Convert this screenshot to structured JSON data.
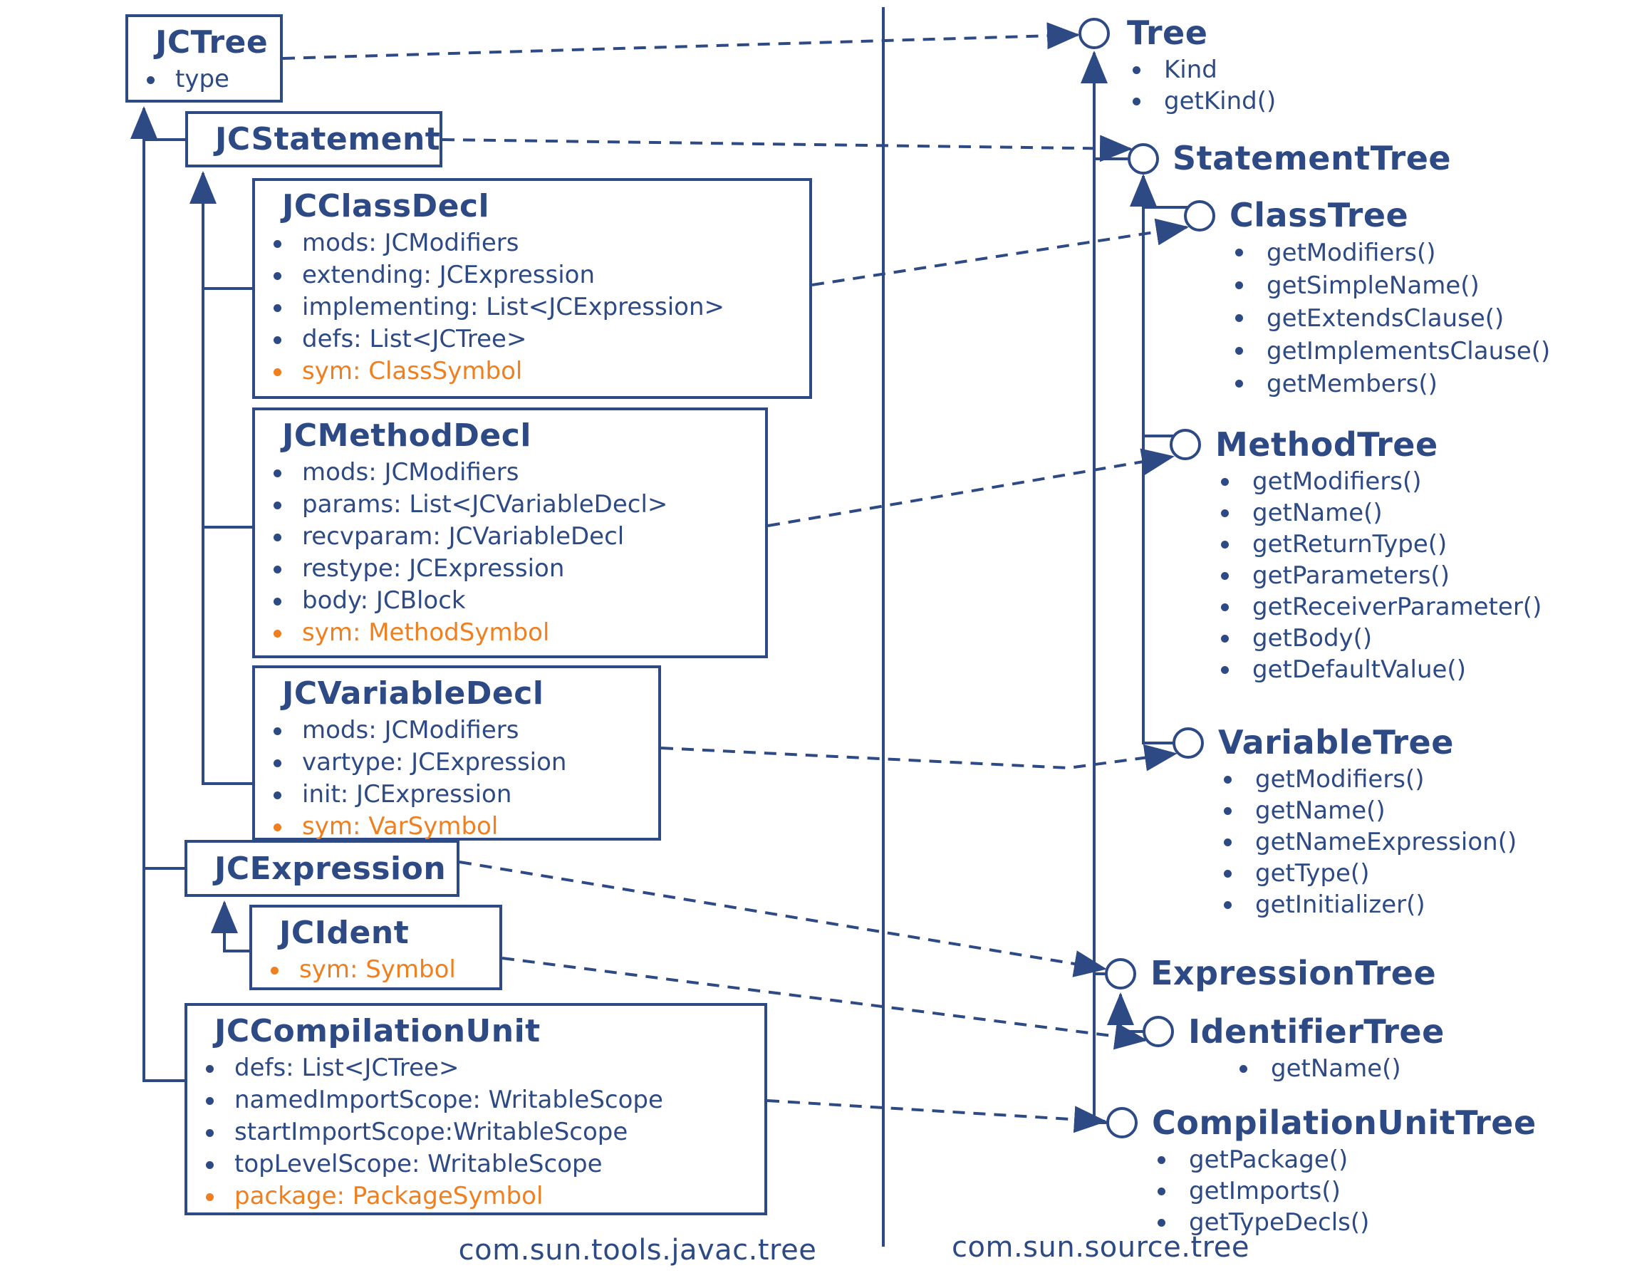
{
  "diagram": {
    "title": "javac AST classes mapped to com.sun.source.tree interfaces",
    "colors": {
      "primary": "#2e4a85",
      "highlight": "#ef7f1f",
      "background": "#ffffff"
    },
    "left": {
      "package_label": "com.sun.tools.javac.tree",
      "classes": [
        {
          "name": "JCTree",
          "fields": [
            {
              "text": "type",
              "highlight": false
            }
          ]
        },
        {
          "name": "JCStatement",
          "fields": []
        },
        {
          "name": "JCClassDecl",
          "fields": [
            {
              "text": "mods: JCModifiers",
              "highlight": false
            },
            {
              "text": "extending: JCExpression",
              "highlight": false
            },
            {
              "text": "implementing: List<JCExpression>",
              "highlight": false
            },
            {
              "text": "defs: List<JCTree>",
              "highlight": false
            },
            {
              "text": "sym: ClassSymbol",
              "highlight": true
            }
          ]
        },
        {
          "name": "JCMethodDecl",
          "fields": [
            {
              "text": "mods: JCModifiers",
              "highlight": false
            },
            {
              "text": "params: List<JCVariableDecl>",
              "highlight": false
            },
            {
              "text": "recvparam: JCVariableDecl",
              "highlight": false
            },
            {
              "text": "restype: JCExpression",
              "highlight": false
            },
            {
              "text": "body: JCBlock",
              "highlight": false
            },
            {
              "text": "sym: MethodSymbol",
              "highlight": true
            }
          ]
        },
        {
          "name": "JCVariableDecl",
          "fields": [
            {
              "text": "mods: JCModifiers",
              "highlight": false
            },
            {
              "text": "vartype: JCExpression",
              "highlight": false
            },
            {
              "text": "init: JCExpression",
              "highlight": false
            },
            {
              "text": "sym: VarSymbol",
              "highlight": true
            }
          ]
        },
        {
          "name": "JCExpression",
          "fields": []
        },
        {
          "name": "JCIdent",
          "fields": [
            {
              "text": "sym: Symbol",
              "highlight": true
            }
          ]
        },
        {
          "name": "JCCompilationUnit",
          "fields": [
            {
              "text": "defs: List<JCTree>",
              "highlight": false
            },
            {
              "text": "namedImportScope: WritableScope",
              "highlight": false
            },
            {
              "text": "startImportScope:WritableScope",
              "highlight": false
            },
            {
              "text": "topLevelScope: WritableScope",
              "highlight": false
            },
            {
              "text": "package: PackageSymbol",
              "highlight": true
            }
          ]
        }
      ]
    },
    "right": {
      "package_label": "com.sun.source.tree",
      "interfaces": [
        {
          "name": "Tree",
          "members": [
            "Kind",
            "getKind()"
          ]
        },
        {
          "name": "StatementTree",
          "members": []
        },
        {
          "name": "ClassTree",
          "members": [
            "getModifiers()",
            "getSimpleName()",
            "getExtendsClause()",
            "getImplementsClause()",
            "getMembers()"
          ]
        },
        {
          "name": "MethodTree",
          "members": [
            "getModifiers()",
            "getName()",
            "getReturnType()",
            "getParameters()",
            "getReceiverParameter()",
            "getBody()",
            "getDefaultValue()"
          ]
        },
        {
          "name": "VariableTree",
          "members": [
            "getModifiers()",
            "getName()",
            "getNameExpression()",
            "getType()",
            "getInitializer()"
          ]
        },
        {
          "name": "ExpressionTree",
          "members": []
        },
        {
          "name": "IdentifierTree",
          "members": [
            "getName()"
          ]
        },
        {
          "name": "CompilationUnitTree",
          "members": [
            "getPackage()",
            "getImports()",
            "getTypeDecls()"
          ]
        }
      ]
    }
  }
}
